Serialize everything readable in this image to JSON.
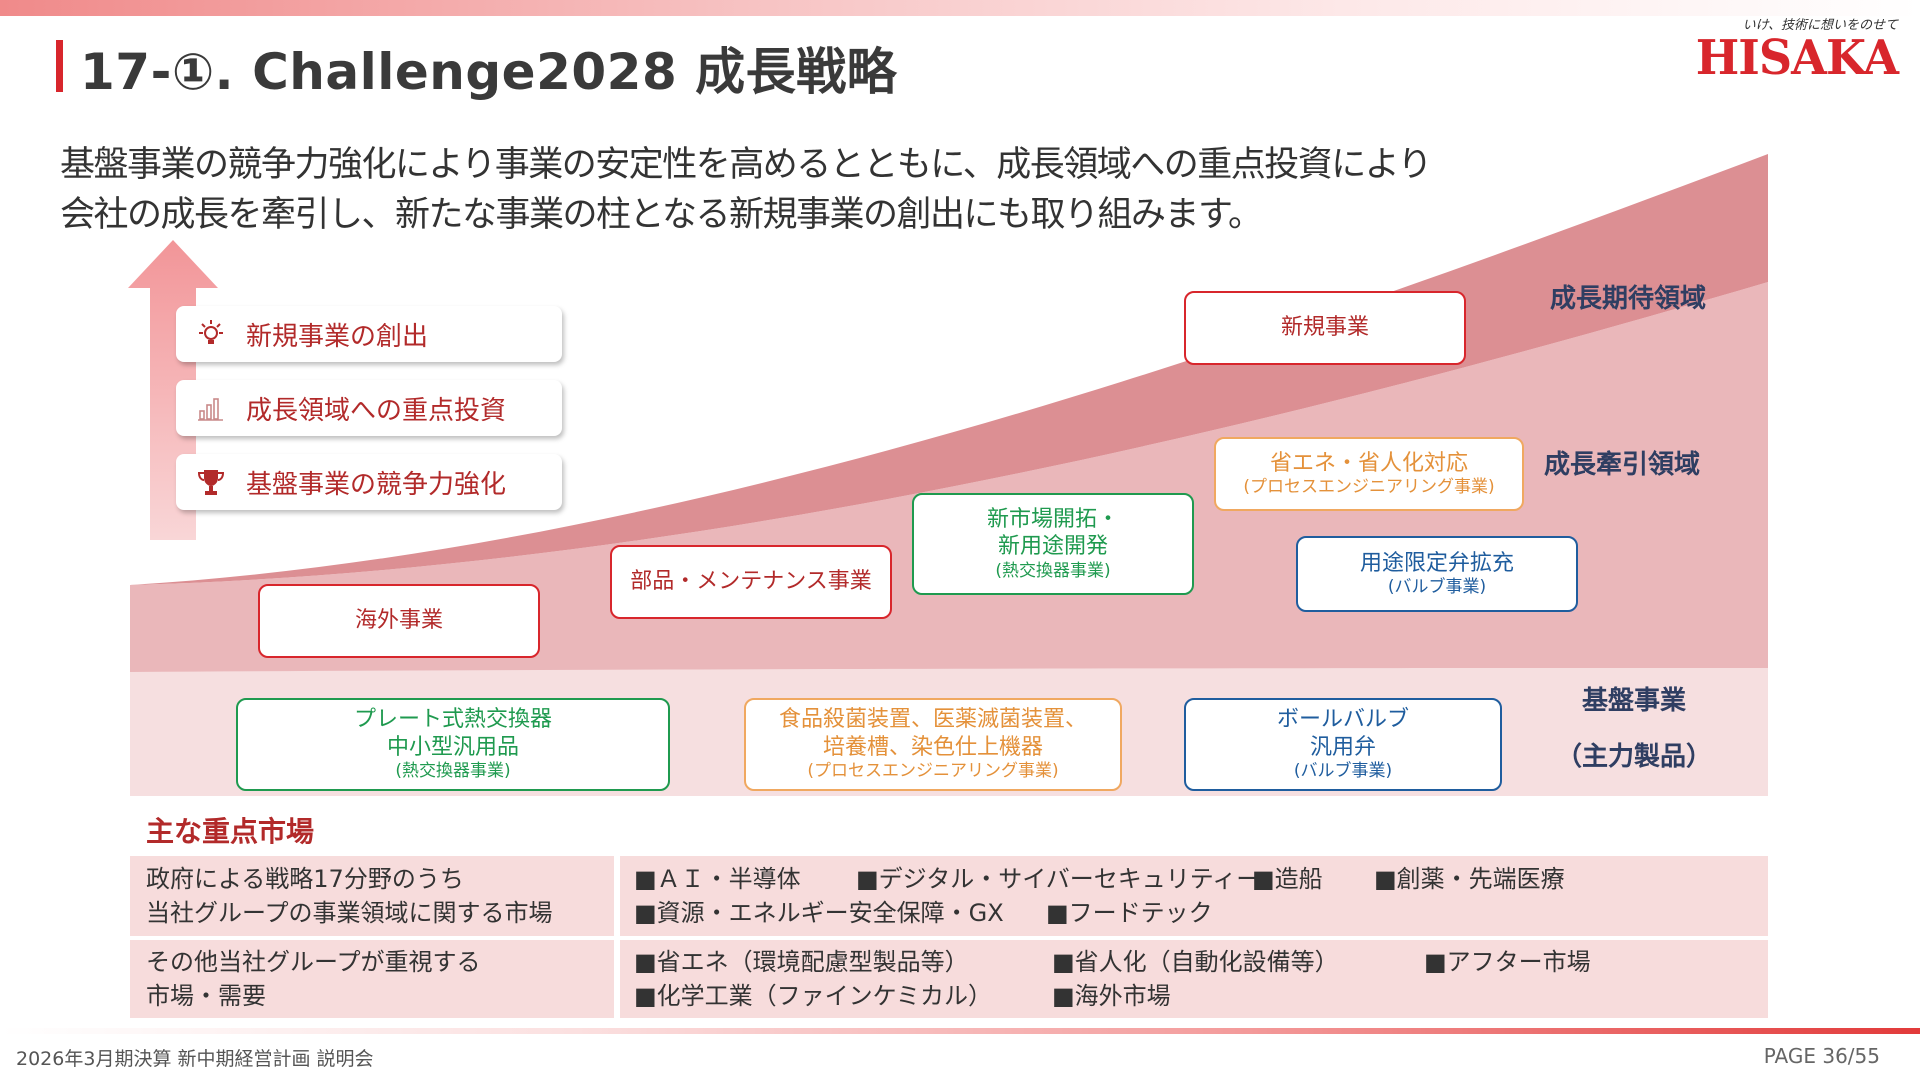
{
  "header": {
    "title": "17-①. Challenge2028 成長戦略",
    "logo_tagline": "いけ、技術に想いをのせて",
    "logo_wordmark": "HISAKA"
  },
  "lead": {
    "line1": "基盤事業の競争力強化により事業の安定性を高めるとともに、成長領域への重点投資により",
    "line2": "会社の成長を牽引し、新たな事業の柱となる新規事業の創出にも取り組みます。"
  },
  "strategy_pillars": [
    {
      "label": "新規事業の創出",
      "icon": "lightbulb-icon"
    },
    {
      "label": "成長領域への重点投資",
      "icon": "bar-chart-icon"
    },
    {
      "label": "基盤事業の競争力強化",
      "icon": "trophy-icon"
    }
  ],
  "zones": {
    "expected": "成長期待領域",
    "driver": "成長牽引領域",
    "base_line1": "基盤事業",
    "base_line2": "（主力製品）"
  },
  "colors": {
    "accent_red": "#d8262c",
    "zone_dark": "#dc8f93",
    "zone_mid": "#eab7ba",
    "zone_light": "#f6dfe0",
    "green": "#1f9a4f",
    "orange": "#f0a860",
    "blue": "#1f5d9e",
    "label_navy": "#2f3e62"
  },
  "boxes": {
    "new_business": "新規事業",
    "energy_saving": {
      "title": "省エネ・省人化対応",
      "sub": "(プロセスエンジニアリング事業)"
    },
    "new_market": {
      "title1": "新市場開拓・",
      "title2": "新用途開発",
      "sub": "(熱交換器事業)"
    },
    "parts": "部品・メンテナンス事業",
    "overseas": "海外事業",
    "valve_expansion": {
      "title": "用途限定弁拡充",
      "sub": "(バルブ事業)"
    },
    "plate_hx": {
      "title1": "プレート式熱交換器",
      "title2": "中小型汎用品",
      "sub": "(熱交換器事業)"
    },
    "food_equipment": {
      "title1": "食品殺菌装置、医薬滅菌装置、",
      "title2": "培養槽、染色仕上機器",
      "sub": "(プロセスエンジニアリング事業)"
    },
    "ball_valve": {
      "title1": "ボールバルブ",
      "title2": "汎用弁",
      "sub": "(バルブ事業)"
    }
  },
  "markets": {
    "heading": "主な重点市場",
    "rows": [
      {
        "label1": "政府による戦略17分野のうち",
        "label2": "当社グループの事業領域に関する市場",
        "items1": [
          "■ＡＩ・半導体",
          "■デジタル・サイバーセキュリティー",
          "■造船",
          "■創薬・先端医療"
        ],
        "items2": [
          "■資源・エネルギー安全保障・GX",
          "■フードテック"
        ]
      },
      {
        "label1": "その他当社グループが重視する",
        "label2": "市場・需要",
        "items1": [
          "■省エネ（環境配慮型製品等）",
          "■省人化（自動化設備等）",
          "■アフター市場"
        ],
        "items2": [
          "■化学工業（ファインケミカル）",
          "■海外市場"
        ]
      }
    ]
  },
  "footer": {
    "left": "2026年3月期決算 新中期経営計画 説明会",
    "right": "PAGE 36/55"
  }
}
